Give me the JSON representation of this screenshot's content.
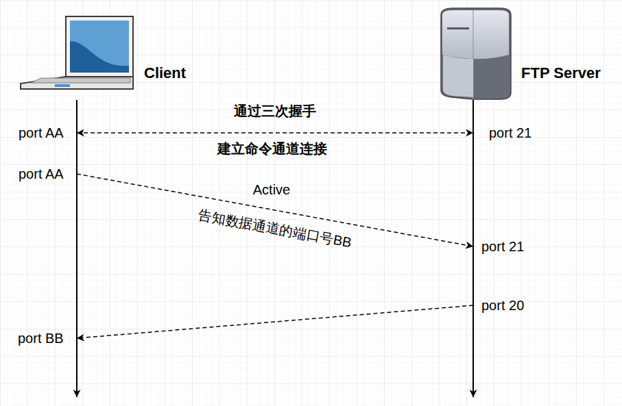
{
  "diagram": {
    "nodes": [
      {
        "text": [
          "Client"
        ]
      },
      {
        "text": [
          "FTP Server"
        ]
      },
      {
        "text": [
          "port AA"
        ]
      },
      {
        "text": [
          "port 21"
        ]
      },
      {
        "text": [
          "port AA"
        ]
      },
      {
        "text": [
          "port 21"
        ]
      },
      {
        "text": [
          "port 20"
        ]
      },
      {
        "text": [
          "port BB"
        ]
      }
    ],
    "edges": [
      {
        "from": 2,
        "to": 3,
        "arrow": "both",
        "label": "通过三次握手"
      },
      {
        "from": 4,
        "to": 5,
        "arrow": "to",
        "label": "告知数据通道的端口号BB"
      },
      {
        "from": 6,
        "to": 7,
        "arrow": "to"
      }
    ],
    "labels": [
      "建立命令通道连接",
      "Active"
    ]
  }
}
